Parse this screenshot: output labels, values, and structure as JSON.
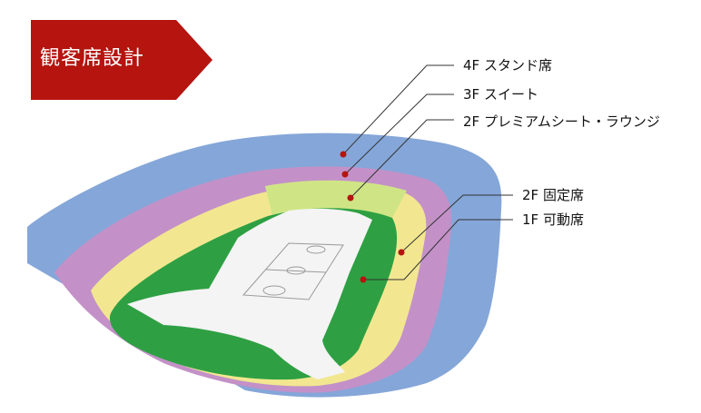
{
  "title": "観客席設計",
  "labels": {
    "stand_4f": "4F スタンド席",
    "suite_3f": "3F スイート",
    "premium_2f": "2F プレミアムシート・ラウンジ",
    "fixed_2f": "2F 固定席",
    "movable_1f": "1F 可動席"
  },
  "colors": {
    "banner": "#b5140f",
    "stand_4f": "#85a6d8",
    "suite_3f": "#c391c8",
    "premium_2f": "#cfe585",
    "fixed_2f": "#f2e790",
    "movable_1f": "#2ea043",
    "court": "#f4f4f4"
  }
}
